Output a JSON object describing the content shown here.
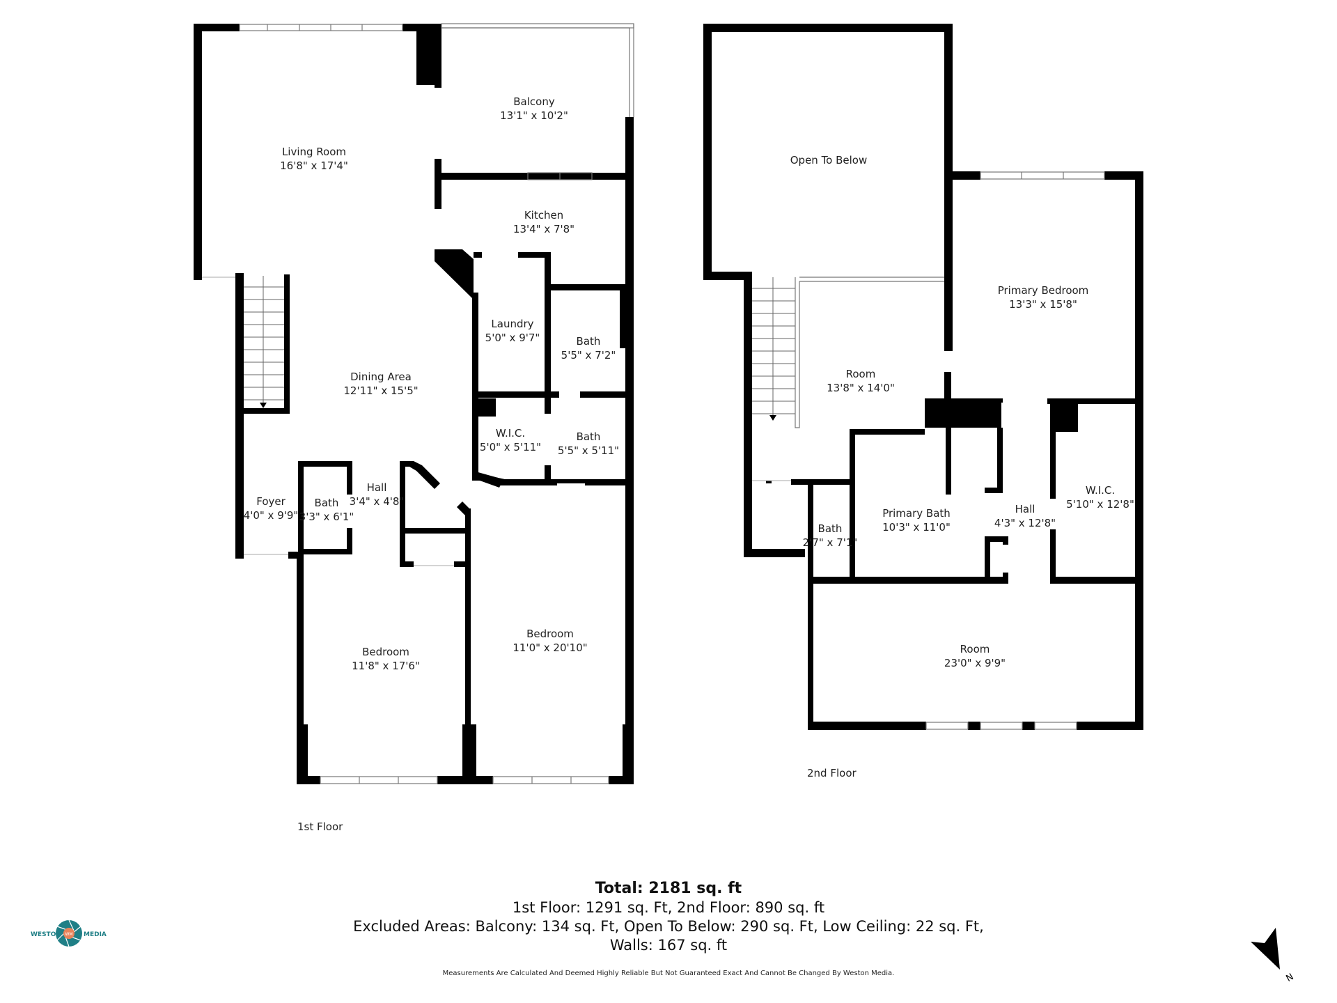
{
  "floors": [
    {
      "label": "1st Floor",
      "rooms": [
        {
          "name": "Living Room",
          "dims": "16'8\" x 17'4\""
        },
        {
          "name": "Balcony",
          "dims": "13'1\" x 10'2\""
        },
        {
          "name": "Kitchen",
          "dims": "13'4\" x 7'8\""
        },
        {
          "name": "Laundry",
          "dims": "5'0\" x 9'7\""
        },
        {
          "name": "Bath",
          "dims": "5'5\" x 7'2\""
        },
        {
          "name": "Dining Area",
          "dims": "12'11\" x 15'5\""
        },
        {
          "name": "W.I.C.",
          "dims": "5'0\" x 5'11\""
        },
        {
          "name": "Bath",
          "dims": "5'5\" x 5'11\""
        },
        {
          "name": "Hall",
          "dims": "3'4\" x 4'8\""
        },
        {
          "name": "Foyer",
          "dims": "4'0\" x 9'9\""
        },
        {
          "name": "Bath",
          "dims": "3'3\" x 6'1\""
        },
        {
          "name": "Bedroom",
          "dims": "11'8\" x 17'6\""
        },
        {
          "name": "Bedroom",
          "dims": "11'0\" x 20'10\""
        }
      ]
    },
    {
      "label": "2nd Floor",
      "rooms": [
        {
          "name": "Open To Below",
          "dims": ""
        },
        {
          "name": "Primary Bedroom",
          "dims": "13'3\" x 15'8\""
        },
        {
          "name": "Room",
          "dims": "13'8\" x 14'0\""
        },
        {
          "name": "Primary Bath",
          "dims": "10'3\" x 11'0\""
        },
        {
          "name": "Bath",
          "dims": "2'7\" x 7'1\""
        },
        {
          "name": "Hall",
          "dims": "4'3\" x 12'8\""
        },
        {
          "name": "W.I.C.",
          "dims": "5'10\" x 12'8\""
        },
        {
          "name": "Room",
          "dims": "23'0\" x 9'9\""
        }
      ]
    }
  ],
  "summary": {
    "total": "Total: 2181 sq. ft",
    "floors_line": "1st Floor: 1291 sq. Ft, 2nd Floor: 890 sq. ft",
    "excluded_line": "Excluded Areas: Balcony: 134 sq. Ft, Open To Below: 290 sq. Ft, Low Ceiling: 22 sq. Ft,",
    "walls_line": "Walls: 167 sq. ft"
  },
  "disclaimer": "Measurements Are Calculated And Deemed Highly Reliable But Not Guaranteed Exact And Cannot Be Changed By Weston Media.",
  "logo": {
    "left_text": "WESTON",
    "right_text": "MEDIA",
    "center_text": "WM",
    "teal": "#1f7f86",
    "orange": "#e8835a"
  },
  "compass": {
    "label": "N",
    "icon": "north-arrow-icon"
  },
  "colors": {
    "wall": "#000000",
    "window": "#888888",
    "background": "#ffffff"
  }
}
